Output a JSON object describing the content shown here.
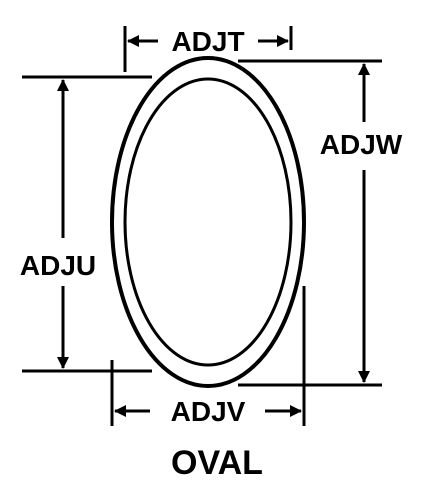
{
  "diagram": {
    "title": "OVAL",
    "labels": {
      "top_width": "ADJT",
      "left_height": "ADJU",
      "bottom_width": "ADJV",
      "right_height": "ADJW"
    },
    "colors": {
      "stroke": "#000000",
      "background": "#ffffff"
    }
  }
}
